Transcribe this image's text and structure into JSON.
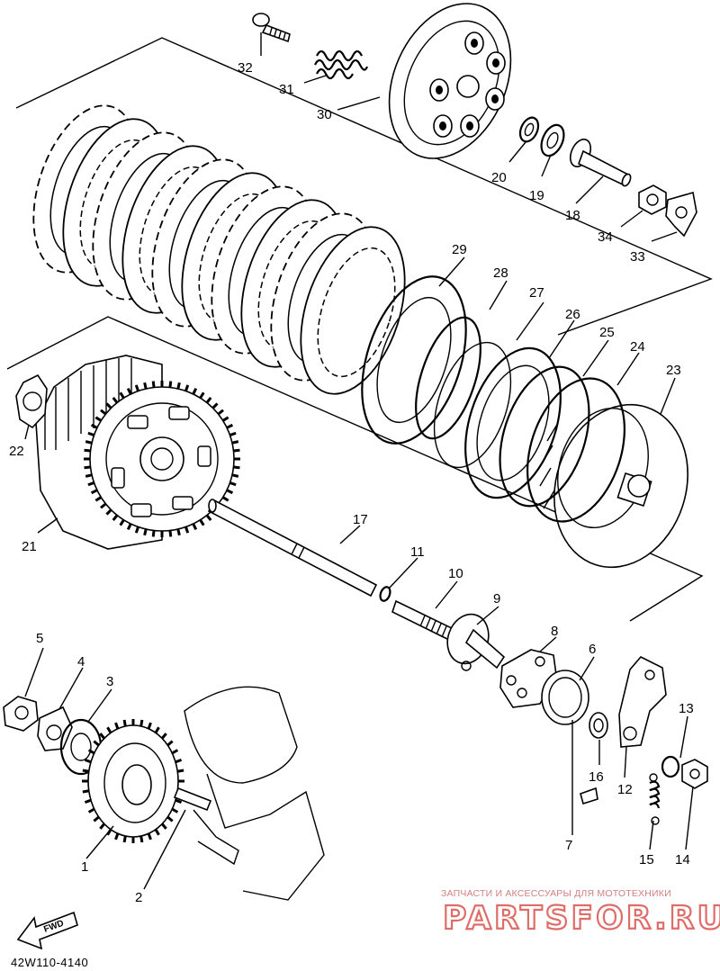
{
  "diagram_code": "42W110-4140",
  "fwd_label": "FWD",
  "watermark": {
    "tagline": "ЗАПЧАСТИ И АКСЕССУАРЫ ДЛЯ МОТОТЕХНИКИ",
    "brand": "PARTSFOR.RU",
    "brand_color": "#d9534f"
  },
  "callouts": [
    "1",
    "2",
    "3",
    "4",
    "5",
    "6",
    "7",
    "8",
    "9",
    "10",
    "11",
    "12",
    "13",
    "14",
    "15",
    "16",
    "17",
    "18",
    "19",
    "20",
    "21",
    "22",
    "23",
    "24",
    "25",
    "26",
    "27",
    "28",
    "29",
    "30",
    "31",
    "32",
    "33",
    "34"
  ]
}
